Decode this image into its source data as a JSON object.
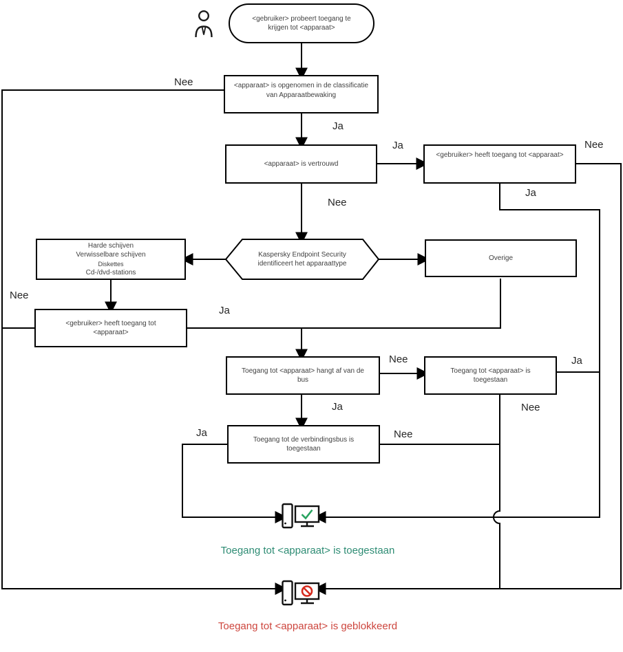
{
  "nodes": {
    "start": {
      "lines": [
        "<gebruiker> probeert toegang te",
        "krijgen tot <apparaat>"
      ]
    },
    "classification": {
      "lines": [
        "<apparaat> is opgenomen in de classificatie",
        "van Apparaatbewaking"
      ]
    },
    "trusted": {
      "lines": [
        "<apparaat> is vertrouwd"
      ]
    },
    "user_access_right": {
      "lines": [
        "<gebruiker> heeft toegang tot <apparaat>"
      ]
    },
    "device_type": {
      "lines": [
        "Kaspersky Endpoint Security",
        "identificeert het apparaattype"
      ]
    },
    "device_list": {
      "lines": [
        "Harde schijven",
        "Verwisselbare schijven",
        "Diskettes",
        "Cd-/dvd-stations"
      ]
    },
    "other": {
      "lines": [
        "Overige"
      ]
    },
    "user_access_left": {
      "lines": [
        "<gebruiker> heeft toegang tot",
        "<apparaat>"
      ]
    },
    "bus_dependent": {
      "lines": [
        "Toegang tot <apparaat> hangt af van de",
        "bus"
      ]
    },
    "access_allowed_box": {
      "lines": [
        "Toegang tot <apparaat> is",
        "toegestaan"
      ]
    },
    "connection_bus": {
      "lines": [
        "Toegang tot de verbindingsbus is",
        "toegestaan"
      ]
    }
  },
  "edge_labels": {
    "ja": "Ja",
    "nee": "Nee"
  },
  "results": {
    "allowed": {
      "text": "Toegang tot <apparaat> is toegestaan",
      "color": "#2E8C74"
    },
    "blocked": {
      "text": "Toegang tot <apparaat> is geblokkeerd",
      "color": "#CD463E"
    }
  },
  "icons": {
    "actor": "person-icon",
    "allowed_device": "computer-check-icon",
    "blocked_device": "computer-blocked-icon",
    "check_color": "#27A35F",
    "blocked_color": "#D52B1E",
    "line_color": "#000000"
  }
}
